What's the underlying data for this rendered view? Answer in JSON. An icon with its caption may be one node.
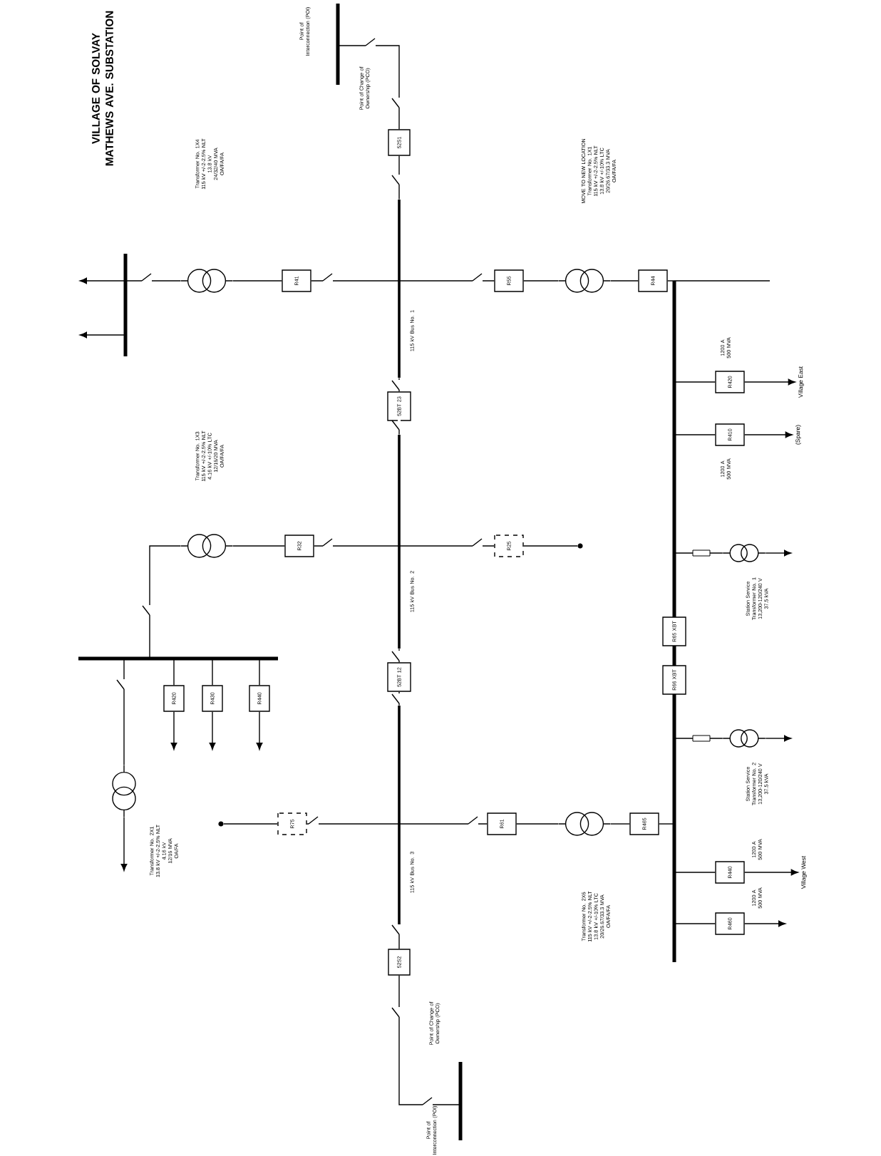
{
  "diagram": {
    "title": "VILLAGE OF SOLVAY MATHEWS AVE. SUBSTATION",
    "nodes": [
      {
        "text": [],
        "shape": "bar"
      },
      {
        "text": [
          "52S1"
        ]
      },
      {
        "text": [],
        "shape": "bar"
      },
      {
        "text": [
          "52BT 23"
        ]
      },
      {
        "text": [],
        "shape": "bar"
      },
      {
        "text": [
          "52BT 12"
        ]
      },
      {
        "text": [],
        "shape": "bar"
      },
      {
        "text": [
          "52S2"
        ]
      },
      {
        "text": [],
        "shape": "bar"
      },
      {
        "text": [],
        "shape": "transformer",
        "beside": [
          "Transformer No. 1X4",
          "115 kV +/-2-2.5% NLT",
          "13.8 kV",
          "24/32/40 MVA",
          "OA/FA/FA"
        ]
      },
      {
        "text": [
          "R41"
        ]
      },
      {
        "text": [],
        "shape": "bar"
      },
      {
        "text": [
          "R55"
        ]
      },
      {
        "text": [],
        "shape": "transformer",
        "beside": [
          "MOVE TO NEW LOCATION",
          "Transformer No. 1X1",
          "115 kV +/-2-2.5% NLT",
          "13.8 kV +/-10% LTC",
          "20/26.67/33.3 MVA",
          "OA/FA/FA"
        ]
      },
      {
        "text": [
          "R44"
        ]
      },
      {
        "text": [],
        "shape": "transformer",
        "beside": [
          "Transformer No. 1X3",
          "115 kV +/-2-2.5% NLT",
          "4.16 kV +/-10% LTC",
          "12/16/20 MVA",
          "OA/FA/FA"
        ]
      },
      {
        "text": [
          "R32"
        ]
      },
      {
        "text": [],
        "shape": "bar"
      },
      {
        "text": [
          "R420"
        ]
      },
      {
        "text": [
          "R430"
        ]
      },
      {
        "text": [
          "R440"
        ]
      },
      {
        "text": [
          "R25"
        ]
      },
      {
        "text": [
          "R75"
        ]
      },
      {
        "text": [
          "R61"
        ]
      },
      {
        "text": [],
        "shape": "transformer",
        "beside": [
          "Transformer No. 2X6",
          "115 kV +/-2-2.5% NLT",
          "13.8 kV +/-10% LTC",
          "20/26.67/33.3 MVA",
          "OA/FA/FA"
        ]
      },
      {
        "text": [
          "R465"
        ]
      },
      {
        "text": [],
        "shape": "bar"
      },
      {
        "text": [
          "R420"
        ],
        "beside": [
          "1200 A 500 MVA"
        ]
      },
      {
        "text": [
          "R410"
        ],
        "beside": [
          "1200 A 500 MVA"
        ]
      },
      {
        "text": [],
        "shape": "transformer",
        "beside": [
          "Station Service Transformer No. 1",
          "13,200-120/240 V",
          "37.5 kVA"
        ]
      },
      {
        "text": [
          "R65 XBT"
        ]
      },
      {
        "text": [
          "R66 XBT"
        ]
      },
      {
        "text": [],
        "shape": "transformer",
        "beside": [
          "Station Service Transformer No. 2",
          "13,200-120/240 V",
          "37.5 kVA"
        ]
      },
      {
        "text": [
          "R440"
        ],
        "beside": [
          "1200 A 500 MVA"
        ]
      },
      {
        "text": [
          "R460"
        ],
        "beside": [
          "1200 A 500 MVA"
        ]
      },
      {
        "text": [],
        "shape": "transformer",
        "beside": [
          "Transformer No. 2X1",
          "13.8 kV +/-2-2.5% NLT",
          "4.16 kV",
          "12/16 MVA",
          "OA/FA"
        ]
      },
      {
        "text": [
          "Village East"
        ]
      },
      {
        "text": [
          "(Spare)"
        ]
      },
      {
        "text": [
          "Village West"
        ]
      },
      {
        "text": [],
        "shape": "circle"
      },
      {
        "text": [],
        "shape": "circle"
      }
    ],
    "edges": [
      {
        "from": 0,
        "to": 1,
        "arrow": "none"
      },
      {
        "from": 1,
        "to": 2,
        "arrow": "none"
      },
      {
        "from": 2,
        "to": 3,
        "arrow": "none"
      },
      {
        "from": 3,
        "to": 4,
        "arrow": "none"
      },
      {
        "from": 4,
        "to": 5,
        "arrow": "none"
      },
      {
        "from": 5,
        "to": 6,
        "arrow": "none"
      },
      {
        "from": 6,
        "to": 7,
        "arrow": "none"
      },
      {
        "from": 7,
        "to": 8,
        "arrow": "none"
      },
      {
        "from": 2,
        "to": 10,
        "arrow": "none"
      },
      {
        "from": 10,
        "to": 9,
        "arrow": "none"
      },
      {
        "from": 9,
        "to": 11,
        "arrow": "none"
      },
      {
        "from": 11,
        "to": null,
        "arrow": "to"
      },
      {
        "from": 11,
        "to": null,
        "arrow": "to"
      },
      {
        "from": 2,
        "to": 12,
        "arrow": "none"
      },
      {
        "from": 12,
        "to": 13,
        "arrow": "none"
      },
      {
        "from": 13,
        "to": 14,
        "arrow": "none"
      },
      {
        "from": 14,
        "to": 26,
        "arrow": "none"
      },
      {
        "from": 26,
        "to": null,
        "arrow": "none"
      },
      {
        "from": 4,
        "to": 16,
        "arrow": "none"
      },
      {
        "from": 16,
        "to": 15,
        "arrow": "none"
      },
      {
        "from": 15,
        "to": 17,
        "arrow": "none"
      },
      {
        "from": 17,
        "to": 18,
        "arrow": "none"
      },
      {
        "from": 17,
        "to": 19,
        "arrow": "none"
      },
      {
        "from": 17,
        "to": 20,
        "arrow": "none"
      },
      {
        "from": 18,
        "to": null,
        "arrow": "to"
      },
      {
        "from": 19,
        "to": null,
        "arrow": "to"
      },
      {
        "from": 20,
        "to": null,
        "arrow": "to"
      },
      {
        "from": 17,
        "to": 35,
        "arrow": "none"
      },
      {
        "from": 35,
        "to": null,
        "arrow": "to"
      },
      {
        "from": 4,
        "to": 21,
        "arrow": "none"
      },
      {
        "from": 21,
        "to": 39,
        "arrow": "none"
      },
      {
        "from": 6,
        "to": 22,
        "arrow": "none"
      },
      {
        "from": 22,
        "to": 40,
        "arrow": "none"
      },
      {
        "from": 6,
        "to": 23,
        "arrow": "none"
      },
      {
        "from": 23,
        "to": 24,
        "arrow": "none"
      },
      {
        "from": 24,
        "to": 25,
        "arrow": "none"
      },
      {
        "from": 25,
        "to": 26,
        "arrow": "none"
      },
      {
        "from": 26,
        "to": 27,
        "arrow": "none"
      },
      {
        "from": 27,
        "to": 36,
        "arrow": "to"
      },
      {
        "from": 26,
        "to": 28,
        "arrow": "none"
      },
      {
        "from": 28,
        "to": 37,
        "arrow": "to"
      },
      {
        "from": 26,
        "to": 29,
        "arrow": "none"
      },
      {
        "from": 29,
        "to": null,
        "arrow": "to"
      },
      {
        "from": 26,
        "to": 32,
        "arrow": "none"
      },
      {
        "from": 32,
        "to": null,
        "arrow": "to"
      },
      {
        "from": 26,
        "to": 33,
        "arrow": "none"
      },
      {
        "from": 33,
        "to": 38,
        "arrow": "to"
      },
      {
        "from": 26,
        "to": 34,
        "arrow": "none"
      },
      {
        "from": 34,
        "to": null,
        "arrow": "to"
      }
    ],
    "labels": [
      "Point of Interconnection (POI)",
      "Point of Change of Ownership (PCO)",
      "115 kV Bus No. 1",
      "115 kV Bus No. 2",
      "115 kV Bus No. 3",
      "Point of Change of Ownership (PCO)",
      "Point of Interconnection (POI)"
    ]
  }
}
